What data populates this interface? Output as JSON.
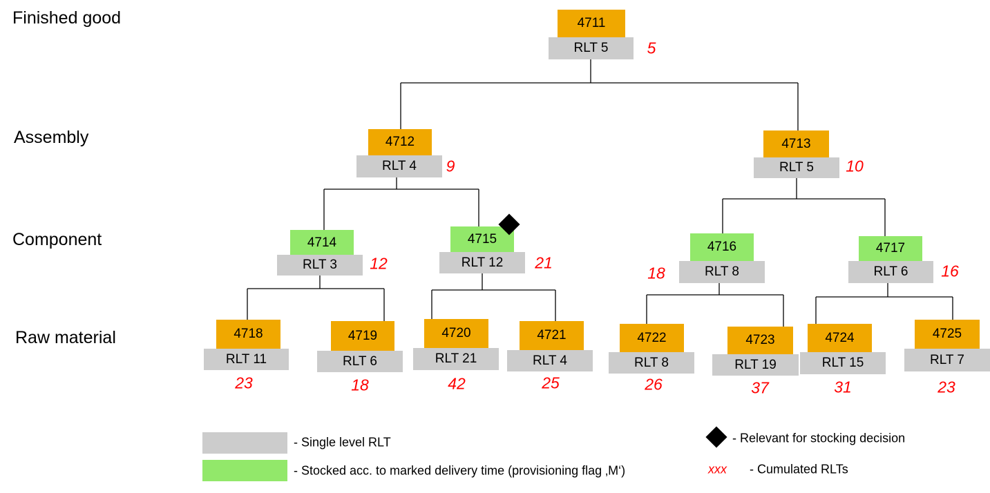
{
  "levels": [
    "Finished good",
    "Assembly",
    "Component",
    "Raw material"
  ],
  "nodes": [
    {
      "id": "4711",
      "rlt": "RLT 5",
      "cumulated": "5",
      "type": "standard"
    },
    {
      "id": "4712",
      "rlt": "RLT 4",
      "cumulated": "9",
      "type": "standard"
    },
    {
      "id": "4713",
      "rlt": "RLT 5",
      "cumulated": "10",
      "type": "standard"
    },
    {
      "id": "4714",
      "rlt": "RLT 3",
      "cumulated": "12",
      "type": "stocked"
    },
    {
      "id": "4715",
      "rlt": "RLT 12",
      "cumulated": "21",
      "type": "stocked",
      "relevant_for_stocking": true
    },
    {
      "id": "4716",
      "rlt": "RLT 8",
      "cumulated": "18",
      "type": "stocked"
    },
    {
      "id": "4717",
      "rlt": "RLT 6",
      "cumulated": "16",
      "type": "stocked"
    },
    {
      "id": "4718",
      "rlt": "RLT 11",
      "cumulated": "23",
      "type": "standard"
    },
    {
      "id": "4719",
      "rlt": "RLT 6",
      "cumulated": "18",
      "type": "standard"
    },
    {
      "id": "4720",
      "rlt": "RLT 21",
      "cumulated": "42",
      "type": "standard"
    },
    {
      "id": "4721",
      "rlt": "RLT 4",
      "cumulated": "25",
      "type": "standard"
    },
    {
      "id": "4722",
      "rlt": "RLT 8",
      "cumulated": "26",
      "type": "standard"
    },
    {
      "id": "4723",
      "rlt": "RLT 19",
      "cumulated": "37",
      "type": "standard"
    },
    {
      "id": "4724",
      "rlt": "RLT 15",
      "cumulated": "31",
      "type": "standard"
    },
    {
      "id": "4725",
      "rlt": "RLT 7",
      "cumulated": "23",
      "type": "standard"
    }
  ],
  "edges": [
    [
      "4711",
      "4712"
    ],
    [
      "4711",
      "4713"
    ],
    [
      "4712",
      "4714"
    ],
    [
      "4712",
      "4715"
    ],
    [
      "4713",
      "4716"
    ],
    [
      "4713",
      "4717"
    ],
    [
      "4714",
      "4718"
    ],
    [
      "4714",
      "4719"
    ],
    [
      "4715",
      "4720"
    ],
    [
      "4715",
      "4721"
    ],
    [
      "4716",
      "4722"
    ],
    [
      "4716",
      "4723"
    ],
    [
      "4717",
      "4724"
    ],
    [
      "4717",
      "4725"
    ]
  ],
  "legend": {
    "single_level": "- Single level RLT",
    "stocked": "- Stocked acc. to marked delivery time (provisioning flag ‚M‘)",
    "relevant": "- Relevant for stocking decision",
    "cumulated_sample": "xxx",
    "cumulated": "- Cumulated RLTs"
  },
  "colors": {
    "orange": "#f0a800",
    "green": "#92e86a",
    "grey": "#cccccc",
    "red": "#ff0000"
  }
}
